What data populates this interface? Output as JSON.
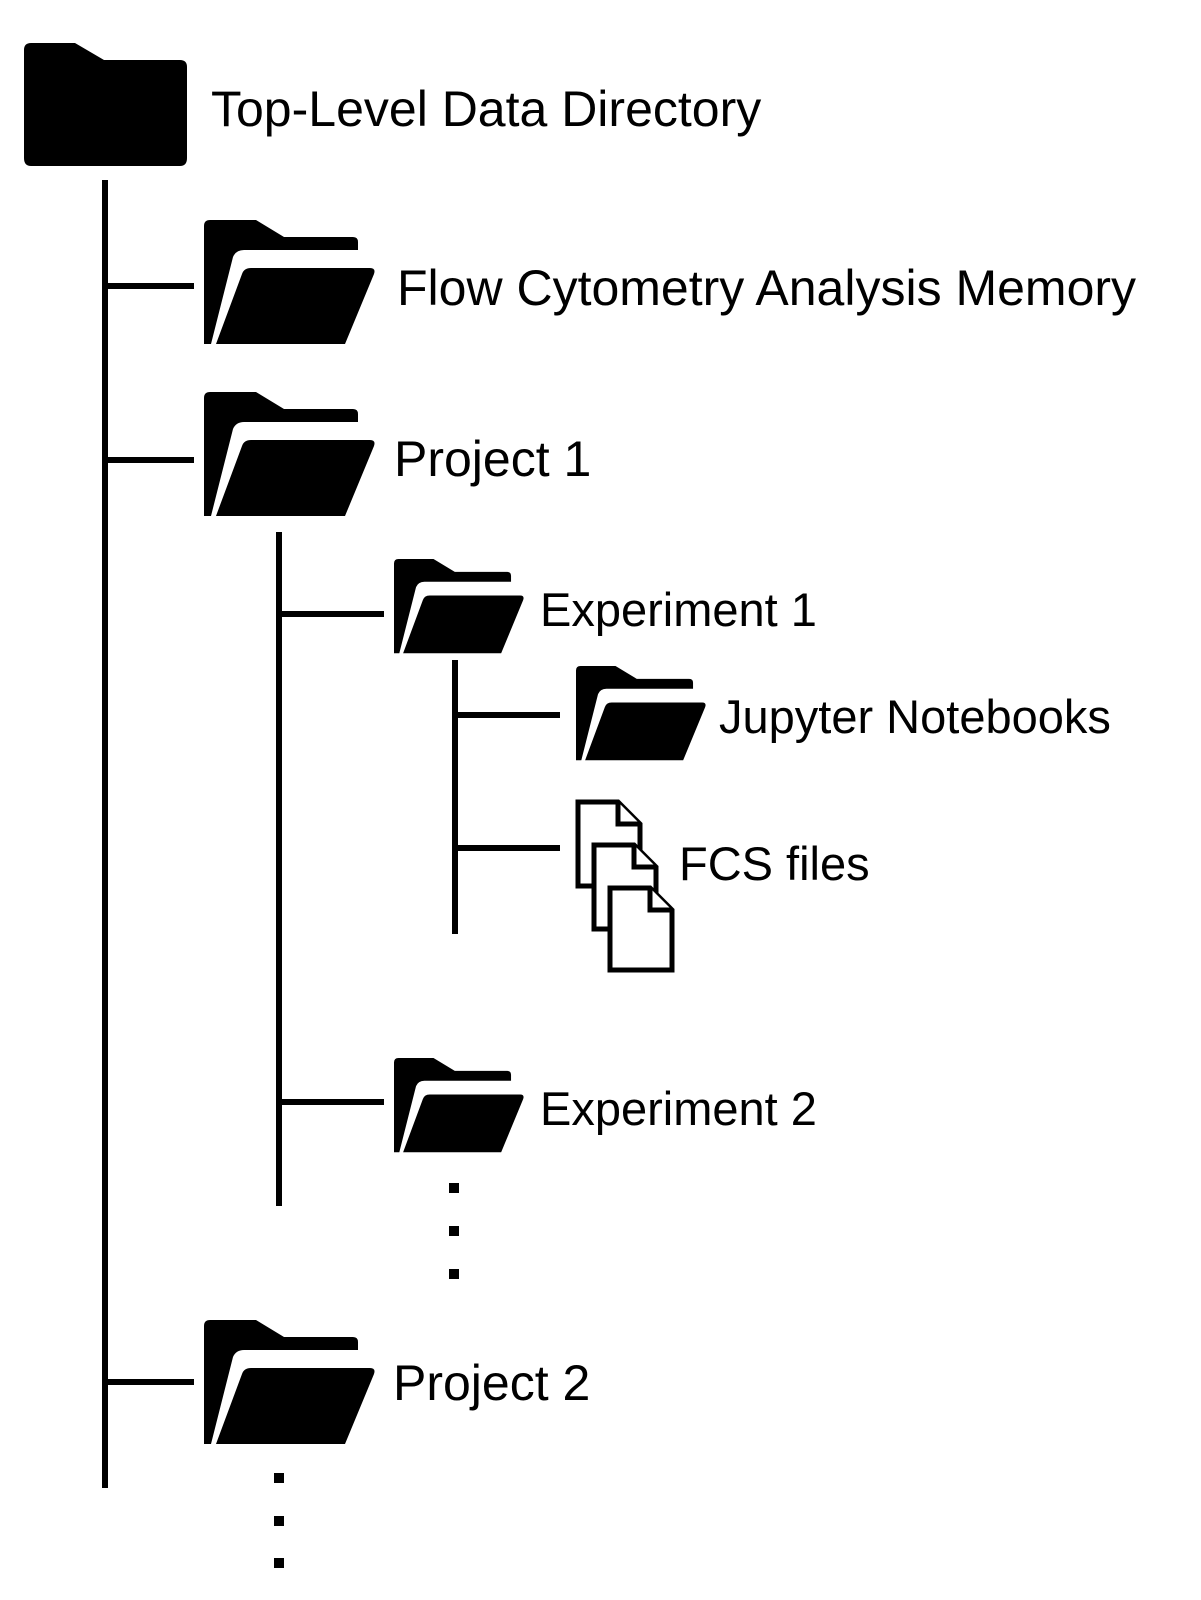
{
  "tree": {
    "root": {
      "label": "Top-Level Data Directory",
      "icon": "folder-closed-icon"
    },
    "flow_memory": {
      "label": "Flow Cytometry Analysis Memory",
      "icon": "folder-open-icon"
    },
    "project1": {
      "label": "Project 1",
      "icon": "folder-open-icon"
    },
    "experiment1": {
      "label": "Experiment 1",
      "icon": "folder-open-icon"
    },
    "notebooks": {
      "label": "Jupyter Notebooks",
      "icon": "folder-open-icon"
    },
    "fcs_files": {
      "label": "FCS files",
      "icon": "file-stack-icon"
    },
    "experiment2": {
      "label": "Experiment 2",
      "icon": "folder-open-icon"
    },
    "project2": {
      "label": "Project 2",
      "icon": "folder-open-icon"
    }
  },
  "colors": {
    "ink": "#000000",
    "background": "#ffffff"
  }
}
